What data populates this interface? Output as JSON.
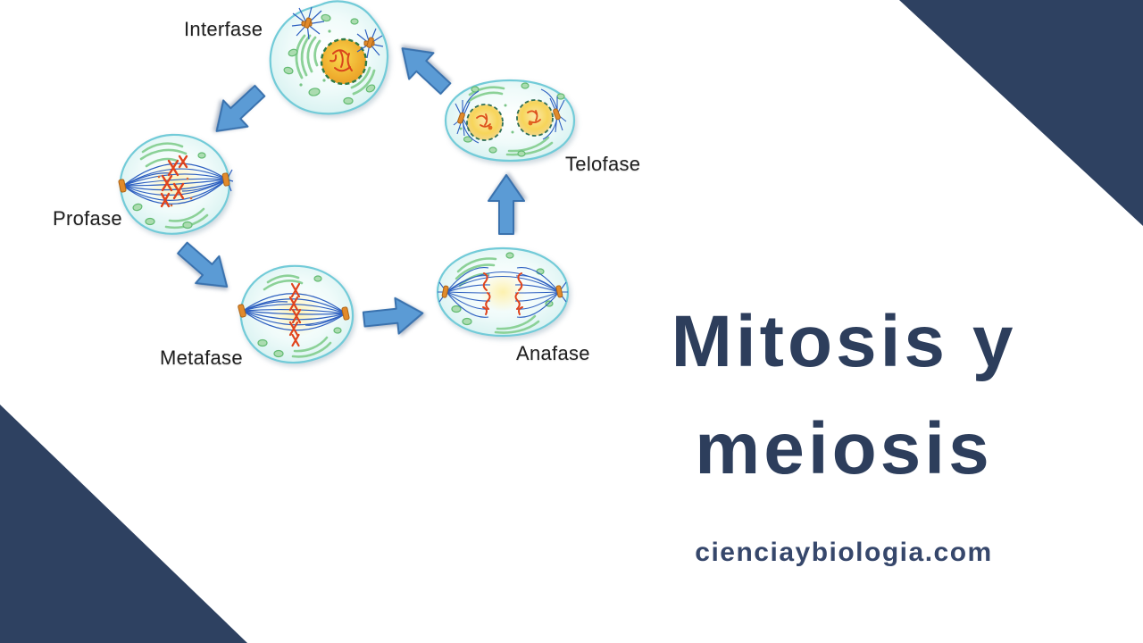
{
  "slide": {
    "title": {
      "line1": "Mitosis y",
      "line2": "meiosis"
    },
    "website": "cienciaybiologia.com"
  },
  "diagram": {
    "stages": [
      {
        "id": "interfase",
        "label": "Interfase"
      },
      {
        "id": "profase",
        "label": "Profase"
      },
      {
        "id": "metafase",
        "label": "Metafase"
      },
      {
        "id": "anafase",
        "label": "Anafase"
      },
      {
        "id": "telofase",
        "label": "Telofase"
      }
    ],
    "arrows": [
      {
        "from": "interfase",
        "to": "profase"
      },
      {
        "from": "profase",
        "to": "metafase"
      },
      {
        "from": "metafase",
        "to": "anafase"
      },
      {
        "from": "anafase",
        "to": "telofase"
      },
      {
        "from": "telofase",
        "to": "interfase"
      }
    ]
  },
  "colors": {
    "background": "#ffffff",
    "corner_triangles": "#2e4161",
    "title_text": "#2d3e5c",
    "website_text": "#36476b",
    "stage_label_text": "#1f1f1f",
    "arrow_fill": "#5b9bd5",
    "arrow_stroke": "#3a72ae",
    "cell_membrane": "#72cbd8",
    "cell_cytoplasm": "#def5f4",
    "spindle_fibers": "#2d5fc0",
    "chromosomes": "#e0431c",
    "centrosomes": "#e18a2b",
    "organelles": "#8bd197",
    "nucleus": "#f0b43a"
  }
}
